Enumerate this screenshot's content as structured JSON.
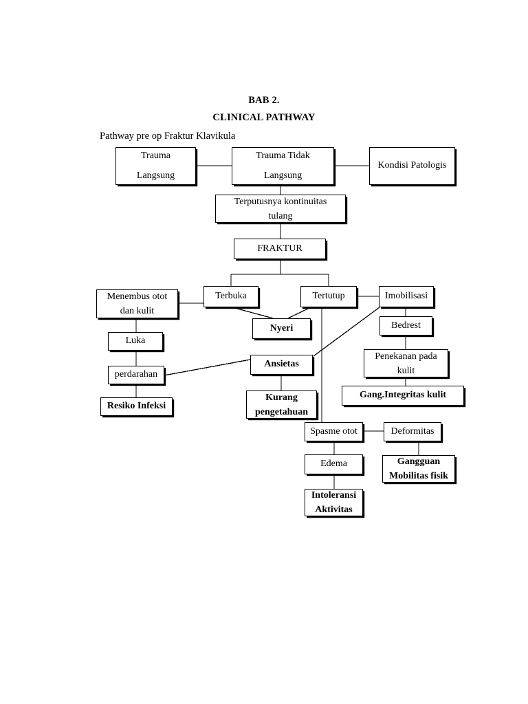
{
  "document": {
    "heading_1": "BAB 2.",
    "heading_2": "CLINICAL PATHWAY",
    "subtitle": "Pathway pre op Fraktur Klavikula"
  },
  "style": {
    "box_border_color": "#000000",
    "background_color": "#ffffff",
    "text_color": "#000000"
  },
  "chart_data": {
    "type": "diagram",
    "title": "Pathway pre op Fraktur Klavikula",
    "nodes": [
      {
        "id": "trauma-langsung",
        "label": "Trauma\nLangsung",
        "bold": false
      },
      {
        "id": "trauma-tidak-langsung",
        "label": "Trauma Tidak\nLangsung",
        "bold": false
      },
      {
        "id": "kondisi-patologis",
        "label": "Kondisi Patologis",
        "bold": false
      },
      {
        "id": "terputusnya-kontinuitas",
        "label": "Terputusnya kontinuitas\ntulang",
        "bold": false
      },
      {
        "id": "fraktur",
        "label": "FRAKTUR",
        "bold": false
      },
      {
        "id": "terbuka",
        "label": "Terbuka",
        "bold": false
      },
      {
        "id": "tertutup",
        "label": "Tertutup",
        "bold": false
      },
      {
        "id": "imobilisasi",
        "label": "Imobilisasi",
        "bold": false
      },
      {
        "id": "menembus-otot",
        "label": "Menembus otot\ndan kulit",
        "bold": false
      },
      {
        "id": "nyeri",
        "label": "Nyeri",
        "bold": true
      },
      {
        "id": "bedrest",
        "label": "Bedrest",
        "bold": false
      },
      {
        "id": "luka",
        "label": "Luka",
        "bold": false
      },
      {
        "id": "ansietas",
        "label": "Ansietas",
        "bold": true
      },
      {
        "id": "penekanan-pada-kulit",
        "label": "Penekanan pada\nkulit",
        "bold": false
      },
      {
        "id": "perdarahan",
        "label": "perdarahan",
        "bold": false
      },
      {
        "id": "gang-integritas-kulit",
        "label": "Gang.Integritas kulit",
        "bold": true
      },
      {
        "id": "resiko-infeksi",
        "label": "Resiko Infeksi",
        "bold": true
      },
      {
        "id": "kurang-pengetahuan",
        "label": "Kurang\npengetahuan",
        "bold": true
      },
      {
        "id": "spasme-otot",
        "label": "Spasme otot",
        "bold": false
      },
      {
        "id": "deformitas",
        "label": "Deformitas",
        "bold": false
      },
      {
        "id": "edema",
        "label": "Edema",
        "bold": false
      },
      {
        "id": "gangguan-mobilitas",
        "label": "Gangguan\nMobilitas fisik",
        "bold": true
      },
      {
        "id": "intoleransi-aktivitas",
        "label": "Intoleransi\nAktivitas",
        "bold": true
      }
    ],
    "edges": [
      {
        "from": "trauma-langsung",
        "to": "trauma-tidak-langsung"
      },
      {
        "from": "trauma-tidak-langsung",
        "to": "kondisi-patologis"
      },
      {
        "from": "trauma-tidak-langsung",
        "to": "terputusnya-kontinuitas"
      },
      {
        "from": "terputusnya-kontinuitas",
        "to": "fraktur"
      },
      {
        "from": "fraktur",
        "to": "terbuka"
      },
      {
        "from": "fraktur",
        "to": "tertutup"
      },
      {
        "from": "terbuka",
        "to": "menembus-otot"
      },
      {
        "from": "terbuka",
        "to": "nyeri"
      },
      {
        "from": "tertutup",
        "to": "nyeri"
      },
      {
        "from": "tertutup",
        "to": "imobilisasi"
      },
      {
        "from": "tertutup",
        "to": "spasme-otot"
      },
      {
        "from": "menembus-otot",
        "to": "luka"
      },
      {
        "from": "luka",
        "to": "perdarahan"
      },
      {
        "from": "perdarahan",
        "to": "resiko-infeksi"
      },
      {
        "from": "perdarahan",
        "to": "ansietas"
      },
      {
        "from": "imobilisasi",
        "to": "ansietas"
      },
      {
        "from": "imobilisasi",
        "to": "bedrest"
      },
      {
        "from": "bedrest",
        "to": "penekanan-pada-kulit"
      },
      {
        "from": "penekanan-pada-kulit",
        "to": "gang-integritas-kulit"
      },
      {
        "from": "ansietas",
        "to": "kurang-pengetahuan"
      },
      {
        "from": "spasme-otot",
        "to": "deformitas"
      },
      {
        "from": "spasme-otot",
        "to": "edema"
      },
      {
        "from": "deformitas",
        "to": "gangguan-mobilitas"
      },
      {
        "from": "edema",
        "to": "intoleransi-aktivitas"
      }
    ]
  },
  "boxes": {
    "trauma_langsung_l1": "Trauma",
    "trauma_langsung_l2": "Langsung",
    "trauma_tidak_l1": "Trauma Tidak",
    "trauma_tidak_l2": "Langsung",
    "kondisi_patologis": "Kondisi Patologis",
    "terputusnya_l1": "Terputusnya kontinuitas",
    "terputusnya_l2": "tulang",
    "fraktur": "FRAKTUR",
    "terbuka": "Terbuka",
    "tertutup": "Tertutup",
    "imobilisasi": "Imobilisasi",
    "menembus_l1": "Menembus otot",
    "menembus_l2": "dan kulit",
    "nyeri": "Nyeri",
    "bedrest": "Bedrest",
    "luka": "Luka",
    "ansietas": "Ansietas",
    "penekanan_l1": "Penekanan pada",
    "penekanan_l2": "kulit",
    "perdarahan": "perdarahan",
    "gang_integritas": "Gang.Integritas kulit",
    "resiko_infeksi": "Resiko Infeksi",
    "kurang_l1": "Kurang",
    "kurang_l2": "pengetahuan",
    "spasme_otot": "Spasme otot",
    "deformitas": "Deformitas",
    "edema": "Edema",
    "gangguan_l1": "Gangguan",
    "gangguan_l2": "Mobilitas fisik",
    "intoleransi_l1": "Intoleransi",
    "intoleransi_l2": "Aktivitas"
  }
}
